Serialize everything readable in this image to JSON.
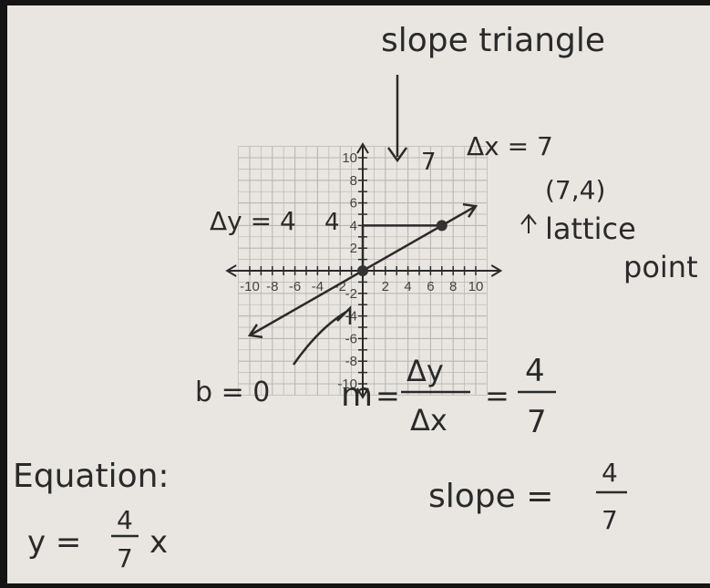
{
  "annotations": {
    "slope_triangle": "slope triangle",
    "delta_x": "Δx = 7",
    "run_count": "7",
    "point": "(7,4)",
    "lattice_line1": "lattice",
    "lattice_line2": "point",
    "delta_y": "Δy = 4",
    "rise_count": "4",
    "intercept": "b = 0",
    "m_label": "m",
    "eq_sign": "=",
    "frac_num": "Δy",
    "frac_den": "Δx",
    "eq_sign_2": "=",
    "m_num": "4",
    "m_den": "7",
    "equation_label": "Equation:",
    "equation_lhs": "y =",
    "equation_num": "4",
    "equation_den": "7",
    "equation_var": "x",
    "slope_label": "slope =",
    "slope_num": "4",
    "slope_den": "7"
  },
  "axis_ticks": {
    "x": [
      "-10",
      "-8",
      "-6",
      "-4",
      "-2",
      "2",
      "4",
      "6",
      "8",
      "10"
    ],
    "y": [
      "10",
      "8",
      "6",
      "4",
      "2",
      "-2",
      "-4",
      "-6",
      "-8",
      "-10"
    ]
  },
  "chart_data": {
    "type": "line",
    "xlim": [
      -10,
      10
    ],
    "ylim": [
      -10,
      10
    ],
    "grid": true,
    "series": [
      {
        "x": [
          -10,
          0,
          7,
          10
        ],
        "y": [
          -5.714,
          0,
          4,
          5.714
        ]
      }
    ],
    "points": [
      {
        "x": 0,
        "y": 0
      },
      {
        "x": 7,
        "y": 4
      }
    ]
  },
  "colors": {
    "paper": "#e9e6e1",
    "grid": "#b9b6b2",
    "ink": "#2a2a2a",
    "frame": "#141414"
  }
}
